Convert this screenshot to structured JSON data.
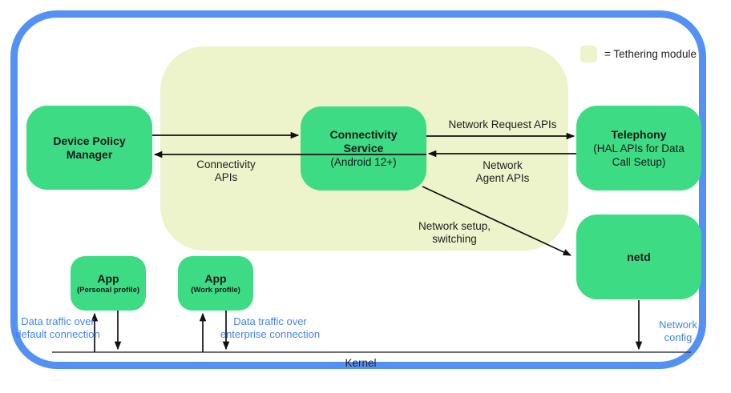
{
  "colors": {
    "node_green": "#3ddc84",
    "module_background": "#edf3ca",
    "border_blue": "#5491f4",
    "accent_blue": "#4285f4",
    "text_black": "#1f1f1f"
  },
  "legend": {
    "label": "= Tethering module"
  },
  "nodes": {
    "device_policy_manager": {
      "title": "Device Policy\nManager"
    },
    "connectivity_service": {
      "title": "Connectivity\nService",
      "subtitle": "(Android 12+)"
    },
    "telephony": {
      "title": "Telephony",
      "subtitle": "(HAL APIs for Data\nCall Setup)"
    },
    "netd": {
      "title": "netd"
    },
    "app_personal": {
      "title": "App",
      "subtitle": "(Personal profile)"
    },
    "app_work": {
      "title": "App",
      "subtitle": "(Work profile)"
    }
  },
  "edge_labels": {
    "connectivity_apis": "Connectivity\nAPIs",
    "network_request_apis": "Network Request APIs",
    "network_agent_apis": "Network\nAgent APIs",
    "network_setup_switching": "Network setup,\nswitching",
    "data_traffic_default": "Data traffic over\ndefault connection",
    "data_traffic_enterprise": "Data traffic over\nenterprise connection",
    "network_config": "Network\nconfig"
  },
  "kernel": {
    "label": "Kernel"
  }
}
